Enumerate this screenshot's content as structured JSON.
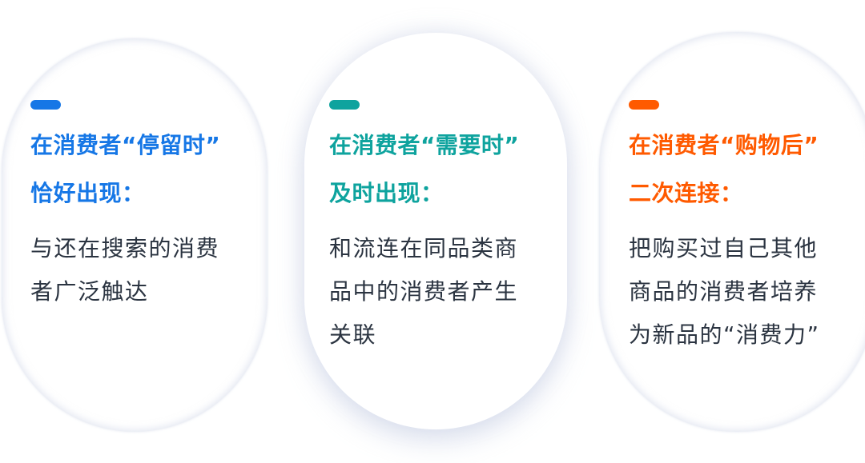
{
  "cards": [
    {
      "accent_color": "#1677e6",
      "title_lines": [
        "在消费者“停留时”",
        "恰好出现："
      ],
      "body_lines": [
        "与还在搜索的消费",
        "者广泛触达"
      ]
    },
    {
      "accent_color": "#0ea39e",
      "title_lines": [
        "在消费者“需要时”",
        "及时出现："
      ],
      "body_lines": [
        "和流连在同品类商",
        "品中的消费者产生",
        "关联"
      ]
    },
    {
      "accent_color": "#ff5a00",
      "title_lines": [
        "在消费者“购物后”",
        "二次连接："
      ],
      "body_lines": [
        "把购买过自己其他",
        "商品的消费者培养",
        "为新品的“消费力”"
      ]
    }
  ],
  "colors": {
    "body_text": "#2b3441",
    "background": "#ffffff"
  }
}
